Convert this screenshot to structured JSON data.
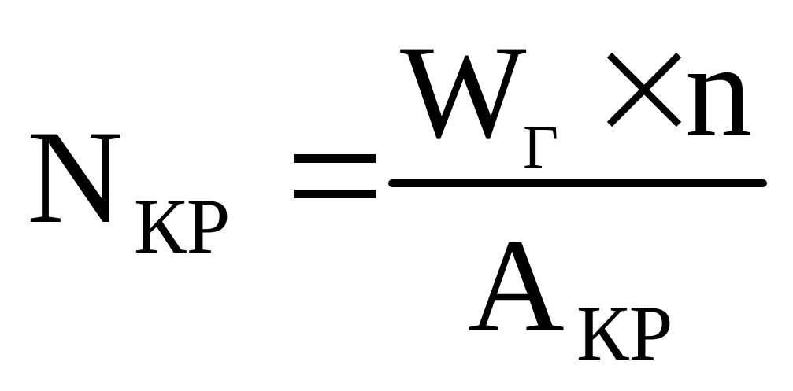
{
  "formula": {
    "lhs": {
      "symbol": "N",
      "subscript": "КР"
    },
    "equals": "=",
    "numerator": {
      "symbol": "W",
      "subscript": "Г",
      "operator": "×",
      "factor": "n"
    },
    "denominator": {
      "symbol": "A",
      "subscript": "КР"
    }
  }
}
